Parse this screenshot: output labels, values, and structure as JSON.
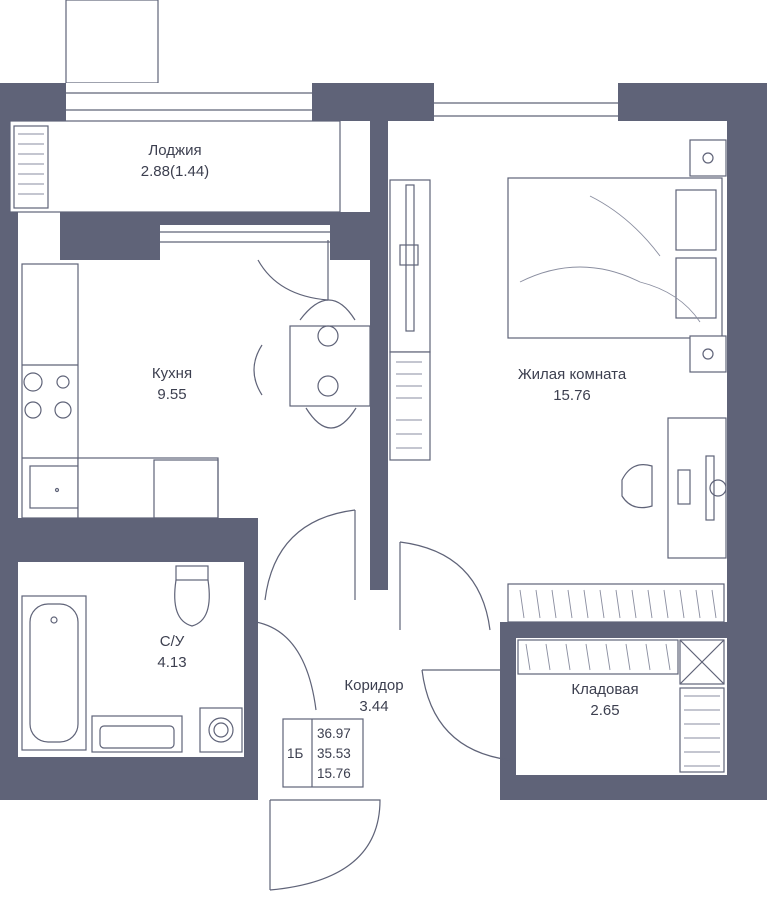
{
  "colors": {
    "wall": "#5f6378",
    "line": "#5f6378",
    "background": "#ffffff",
    "text": "#3c3f4f"
  },
  "rooms": [
    {
      "name": "Лоджия",
      "area": "2.88(1.44)"
    },
    {
      "name": "Кухня",
      "area": "9.55"
    },
    {
      "name": "Жилая комната",
      "area": "15.76"
    },
    {
      "name": "С/У",
      "area": "4.13"
    },
    {
      "name": "Коридор",
      "area": "3.44"
    },
    {
      "name": "Кладовая",
      "area": "2.65"
    }
  ],
  "summary": {
    "type": "1Б",
    "total_area": "36.97",
    "living_area_excl_loggia": "35.53",
    "living_room_area": "15.76"
  }
}
